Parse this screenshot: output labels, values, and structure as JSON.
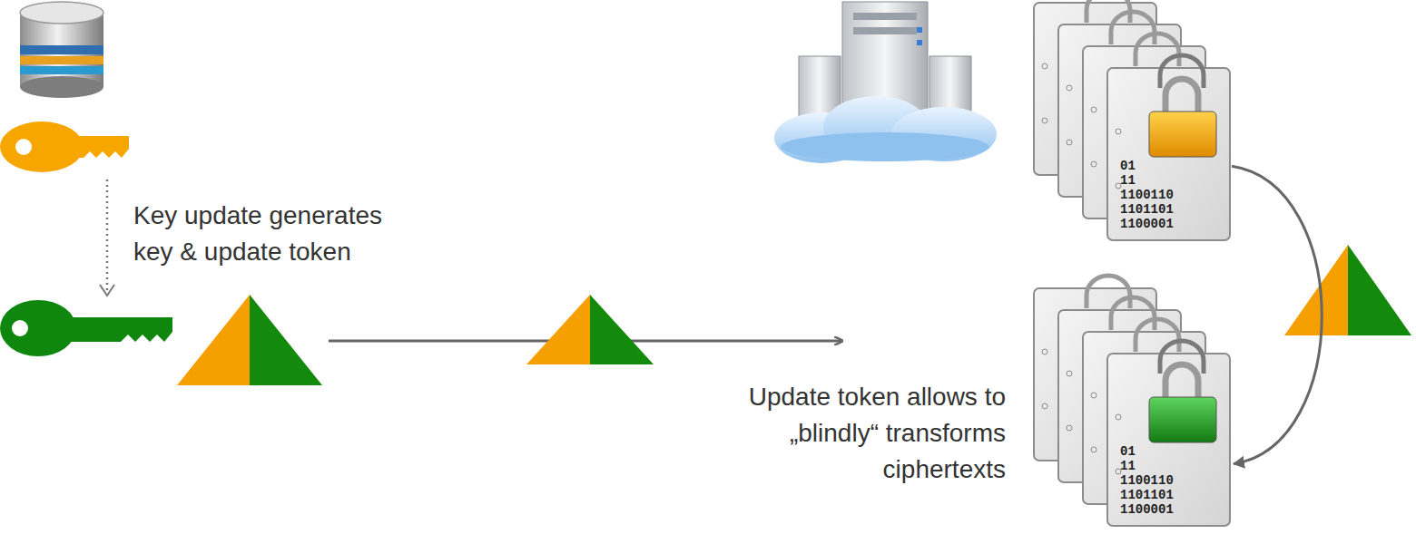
{
  "diagram": {
    "nodes": [
      {
        "text": [
          "01 11 1100110 1101101 1100001"
        ]
      },
      {
        "text": [
          "01 11 1100110 1101101 1100001"
        ]
      }
    ],
    "edges": [
      {
        "from": 0,
        "to": 1,
        "arrow": "to"
      }
    ],
    "labels": [
      "Key update generates key & update token",
      "Update token allows to „blindly“ transforms ciphertexts"
    ]
  }
}
